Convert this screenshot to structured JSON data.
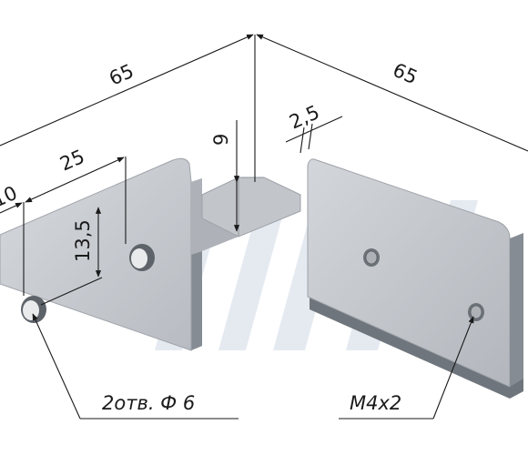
{
  "dimensions": {
    "overall_left": "65",
    "overall_right": "65",
    "hole_spacing": "25",
    "edge_offset": "10",
    "hole_height": "13,5",
    "bend_height": "9",
    "thickness": "2,5"
  },
  "callouts": {
    "holes": "2отв. Ф 6",
    "threads": "M4x2"
  },
  "colors": {
    "metal_face": "#c9ccd1",
    "metal_edge": "#9ea3a9",
    "metal_shadow": "#6f757c",
    "watermark": "#dfe6ee",
    "ink": "#1a1a1a"
  }
}
